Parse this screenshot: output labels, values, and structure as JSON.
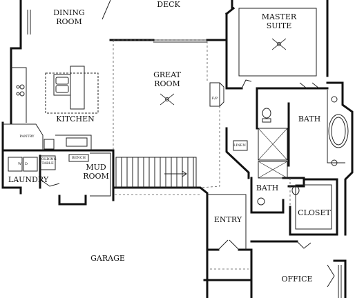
{
  "rooms": {
    "dining": "DINING\nROOM",
    "deck": "DECK",
    "master_suite": "MASTER\nSUITE",
    "great_room": "GREAT\nROOM",
    "kitchen": "KITCHEN",
    "fireplace": "F/P",
    "bath_main": "BATH",
    "pantry": "PANTRY",
    "linen": "LINEN",
    "wd": "W   D",
    "folding_table": "FOLDING\nTABLE",
    "bench": "BENCH",
    "mud_room": "MUD\nROOM",
    "laundry": "LAUNDRY",
    "bath_half": "BATH",
    "closet": "CLOSET",
    "entry": "ENTRY",
    "garage": "GARAGE",
    "office": "OFFICE"
  },
  "colors": {
    "wall": "#111111",
    "fixture": "#333333",
    "dashed": "#555555",
    "background": "#ffffff"
  }
}
